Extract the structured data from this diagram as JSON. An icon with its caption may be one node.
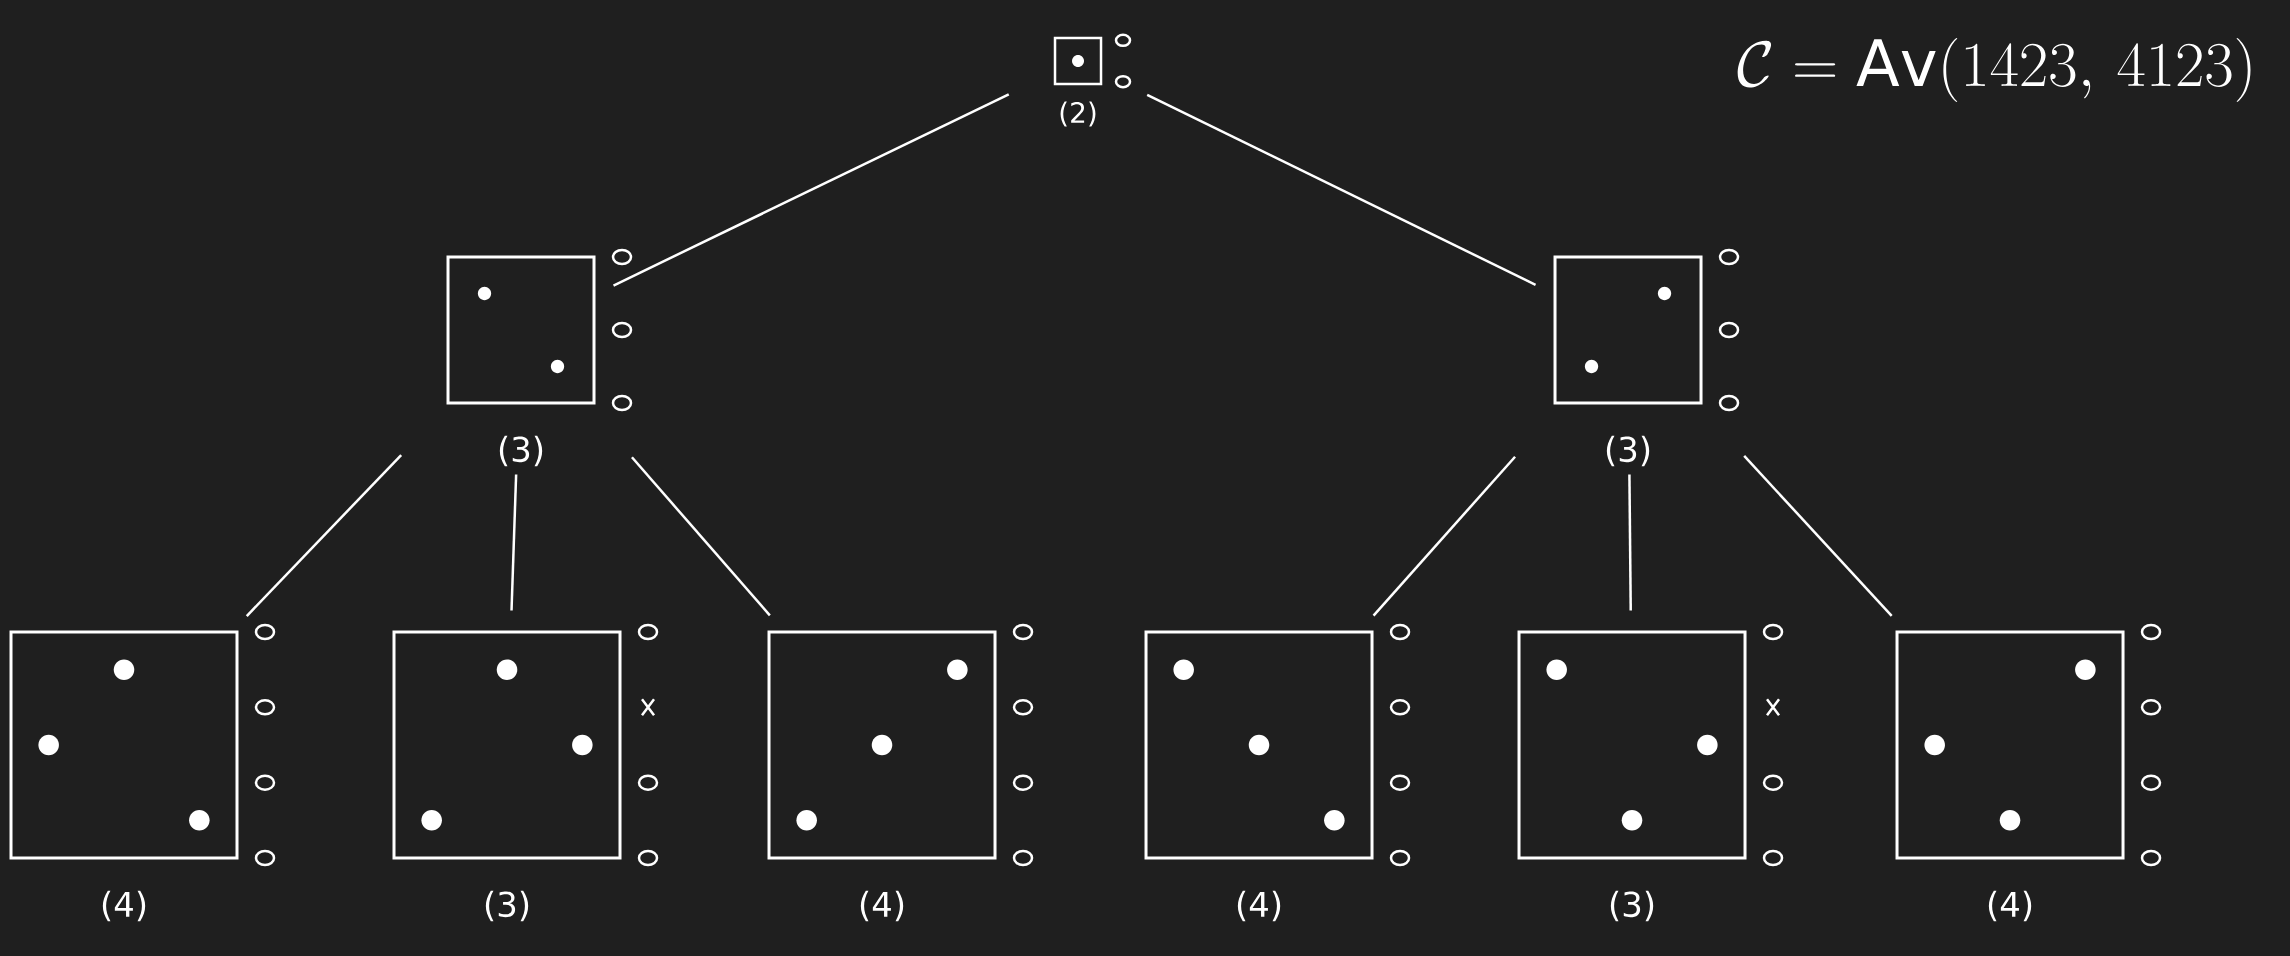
{
  "diagram": {
    "title": "\\mathcal{C} = \\mathrm{Av}(1423,\\, 4123)",
    "nodes": [
      {
        "text": [],
        "shape": "box",
        "beside": [
          "(2)"
        ]
      },
      {
        "text": [],
        "shape": "box",
        "beside": [
          "(3)"
        ]
      },
      {
        "text": [],
        "shape": "box",
        "beside": [
          "(3)"
        ]
      },
      {
        "text": [],
        "shape": "box",
        "beside": [
          "(4)"
        ]
      },
      {
        "text": [],
        "shape": "box",
        "beside": [
          "(3)"
        ]
      },
      {
        "text": [],
        "shape": "box",
        "beside": [
          "(4)"
        ]
      },
      {
        "text": [],
        "shape": "box",
        "beside": [
          "(4)"
        ]
      },
      {
        "text": [],
        "shape": "box",
        "beside": [
          "(3)"
        ]
      },
      {
        "text": [],
        "shape": "box",
        "beside": [
          "(4)"
        ]
      }
    ],
    "edges": [
      {
        "from": 0,
        "to": 1,
        "arrow": "none"
      },
      {
        "from": 0,
        "to": 2,
        "arrow": "none"
      },
      {
        "from": 1,
        "to": 3,
        "arrow": "none"
      },
      {
        "from": 1,
        "to": 4,
        "arrow": "none"
      },
      {
        "from": 1,
        "to": 5,
        "arrow": "none"
      },
      {
        "from": 2,
        "to": 6,
        "arrow": "none"
      },
      {
        "from": 2,
        "to": 7,
        "arrow": "none"
      },
      {
        "from": 2,
        "to": 8,
        "arrow": "none"
      }
    ]
  }
}
